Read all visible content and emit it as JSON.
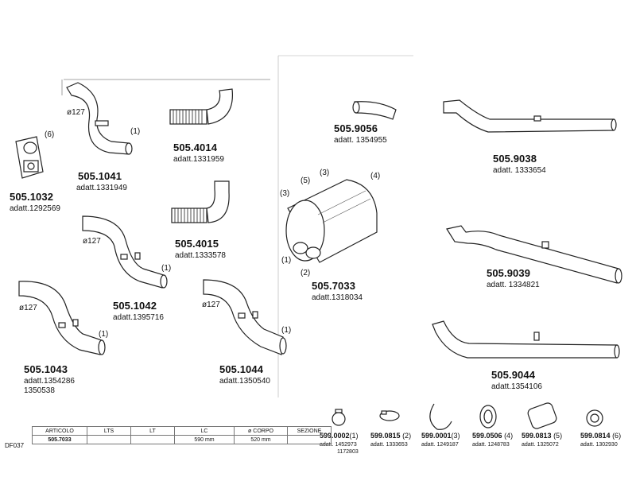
{
  "parts": [
    {
      "id": "p1041",
      "code": "505.1041",
      "adatt": "adatt.1331949",
      "tags": [
        "ø127",
        "(1)"
      ]
    },
    {
      "id": "p1032",
      "code": "505.1032",
      "adatt": "adatt.1292569",
      "tags": [
        "(6)"
      ]
    },
    {
      "id": "p4014",
      "code": "505.4014",
      "adatt": "adatt.1331959",
      "tags": []
    },
    {
      "id": "p4015",
      "code": "505.4015",
      "adatt": "adatt.1333578",
      "tags": []
    },
    {
      "id": "p1042",
      "code": "505.1042",
      "adatt": "adatt.1395716",
      "tags": [
        "ø127",
        "(1)"
      ]
    },
    {
      "id": "p1043",
      "code": "505.1043",
      "adatt": "adatt.1354286",
      "adatt2": "1350538",
      "tags": [
        "ø127",
        "(1)"
      ]
    },
    {
      "id": "p1044",
      "code": "505.1044",
      "adatt": "adatt.1350540",
      "tags": [
        "ø127",
        "(1)"
      ]
    },
    {
      "id": "p9056",
      "code": "505.9056",
      "adatt": "adatt. 1354955",
      "tags": []
    },
    {
      "id": "p7033",
      "code": "505.7033",
      "adatt": "adatt.1318034",
      "tags": [
        "(3)",
        "(5)",
        "(3)",
        "(4)",
        "(1)",
        "(2)"
      ]
    },
    {
      "id": "p9038",
      "code": "505.9038",
      "adatt": "adatt. 1333654",
      "tags": []
    },
    {
      "id": "p9039",
      "code": "505.9039",
      "adatt": "adatt. 1334821",
      "tags": []
    },
    {
      "id": "p9044",
      "code": "505.9044",
      "adatt": "adatt.1354106",
      "tags": []
    }
  ],
  "accessories": [
    {
      "code": "599.0002",
      "ref": "(1)",
      "adatt": "adatt. 1452973",
      "adatt2": "1172803"
    },
    {
      "code": "599.0815",
      "ref": "(2)",
      "adatt": "adatt. 1333653"
    },
    {
      "code": "599.0001",
      "ref": "(3)",
      "adatt": "adatt. 1249187"
    },
    {
      "code": "599.0506",
      "ref": "(4)",
      "adatt": "adatt. 1248783"
    },
    {
      "code": "599.0813",
      "ref": "(5)",
      "adatt": "adatt. 1325072"
    },
    {
      "code": "599.0814",
      "ref": "(6)",
      "adatt": "adatt. 1302930"
    }
  ],
  "table": {
    "headers": [
      "ARTICOLO",
      "LTS",
      "LT",
      "LC",
      "ø CORPO",
      "SEZIONE"
    ],
    "row": [
      "505.7033",
      "",
      "",
      "590   mm",
      "520   mm",
      ""
    ]
  },
  "footer": {
    "ref": "DF037"
  }
}
